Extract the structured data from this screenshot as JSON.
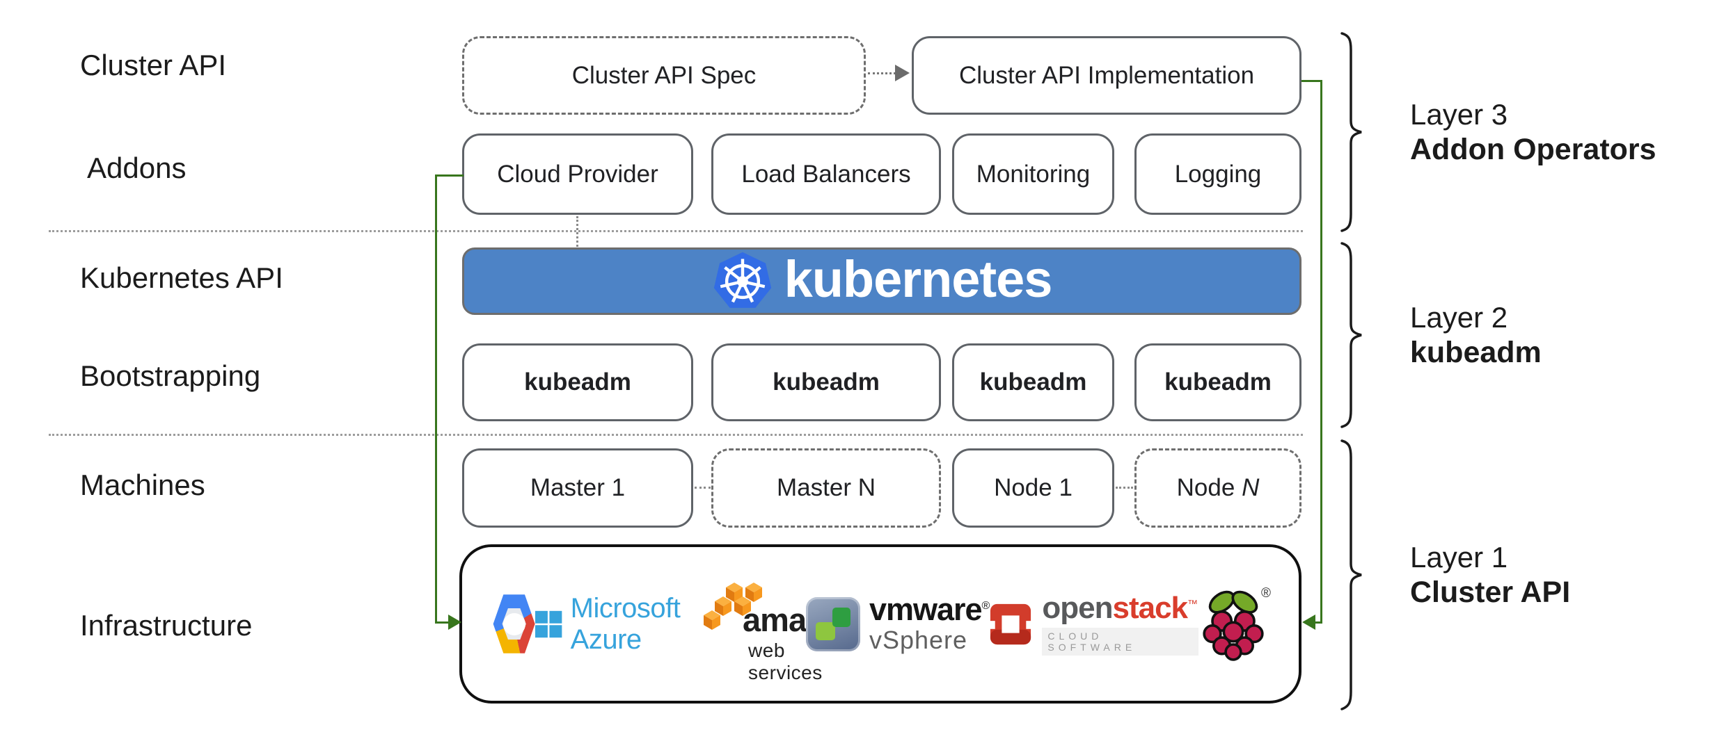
{
  "row_labels": {
    "cluster_api": "Cluster API",
    "addons": "Addons",
    "kubernetes_api": "Kubernetes API",
    "bootstrapping": "Bootstrapping",
    "machines": "Machines",
    "infrastructure": "Infrastructure"
  },
  "top_row": {
    "spec": "Cluster API Spec",
    "implementation": "Cluster API Implementation"
  },
  "addon_boxes": {
    "cloud_provider": "Cloud Provider",
    "load_balancers": "Load Balancers",
    "monitoring": "Monitoring",
    "logging": "Logging"
  },
  "banner": {
    "wordmark": "kubernetes"
  },
  "bootstrap_boxes": {
    "b0": "kubeadm",
    "b1": "kubeadm",
    "b2": "kubeadm",
    "b3": "kubeadm"
  },
  "machine_boxes": {
    "master1": "Master 1",
    "masterN": "Master N",
    "node1": "Node 1",
    "nodeN_prefix": "Node ",
    "nodeN_n": "N"
  },
  "infrastructure": {
    "azure_text": "Microsoft Azure",
    "amazon_text": "amazon",
    "amazon_sub": "web services",
    "vmware_text": "vmware",
    "vmware_reg": "®",
    "vmware_sub": "vSphere",
    "openstack_open": "open",
    "openstack_stack": "stack",
    "openstack_tm": "™",
    "openstack_sub": "CLOUD SOFTWARE",
    "raspberry_reg": "®"
  },
  "layers": {
    "layer3": {
      "line1": "Layer 3",
      "line2": "Addon Operators"
    },
    "layer2": {
      "line1": "Layer 2",
      "line2": "kubeadm"
    },
    "layer1": {
      "line1": "Layer 1",
      "line2": "Cluster API"
    }
  },
  "colors": {
    "kubernetes_banner_blue": "#4d83c6",
    "kubernetes_logo_blue": "#326ce5",
    "connector_green": "#38761d",
    "azure_blue": "#36a3dc",
    "aws_orange": "#f7981e",
    "openstack_red": "#d93d2c",
    "openstack_gray": "#58595b",
    "raspberry_red": "#c21e4f",
    "leaf_green": "#75a928",
    "gcp_blue": "#4285f4",
    "gcp_red": "#db4437",
    "gcp_yellow": "#f4b400"
  }
}
